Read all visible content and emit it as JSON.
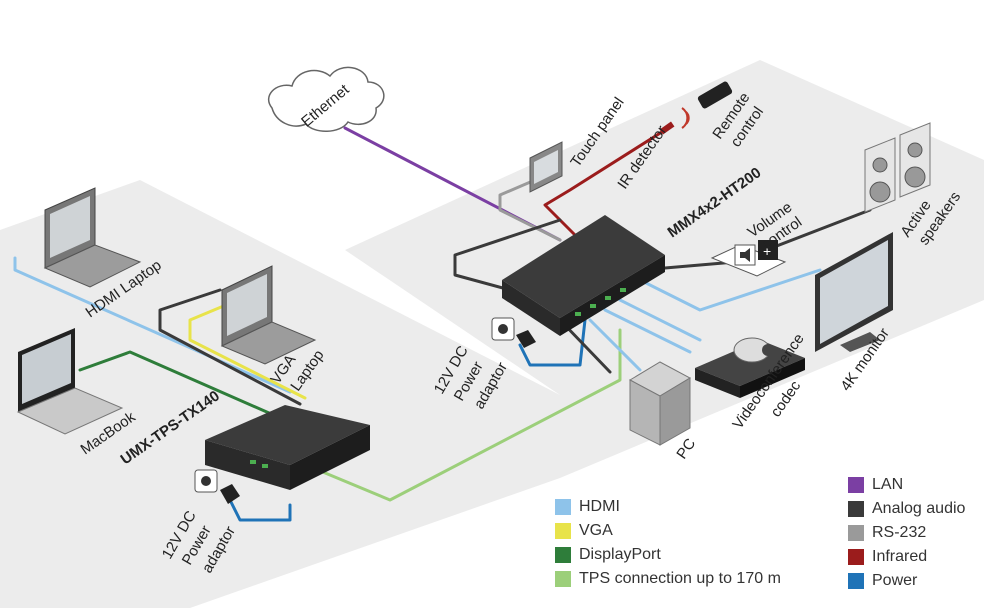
{
  "cloud": {
    "label": "Ethernet"
  },
  "devices": {
    "tx": "UMX-TPS-TX140",
    "mx": "MMX4x2-HT200"
  },
  "labels": {
    "hdmi_laptop": "HDMI Laptop",
    "vga_laptop": [
      "VGA",
      "Laptop"
    ],
    "macbook": "MacBook",
    "psu_left": [
      "12V DC",
      "Power",
      "adaptor"
    ],
    "psu_mid": [
      "12V DC",
      "Power",
      "adaptor"
    ],
    "touch_panel": "Touch panel",
    "ir_detector": "IR detector",
    "remote": [
      "Remote",
      "control"
    ],
    "volume": [
      "Volume",
      "control"
    ],
    "speakers": [
      "Active",
      "speakers"
    ],
    "monitor": "4K monitor",
    "codec": [
      "Videoconference",
      "codec"
    ],
    "pc": "PC"
  },
  "legend_left": [
    {
      "label": "HDMI",
      "color": "#8ec3ea"
    },
    {
      "label": "VGA",
      "color": "#e8e34a"
    },
    {
      "label": "DisplayPort",
      "color": "#2e7d3a"
    },
    {
      "label": "TPS connection up to 170 m",
      "color": "#9ccf7a"
    }
  ],
  "legend_right": [
    {
      "label": "LAN",
      "color": "#7b3fa3"
    },
    {
      "label": "Analog audio",
      "color": "#3a3a3a"
    },
    {
      "label": "RS-232",
      "color": "#9a9a9a"
    },
    {
      "label": "Infrared",
      "color": "#9b1c1c"
    },
    {
      "label": "Power",
      "color": "#1f73b7"
    }
  ]
}
